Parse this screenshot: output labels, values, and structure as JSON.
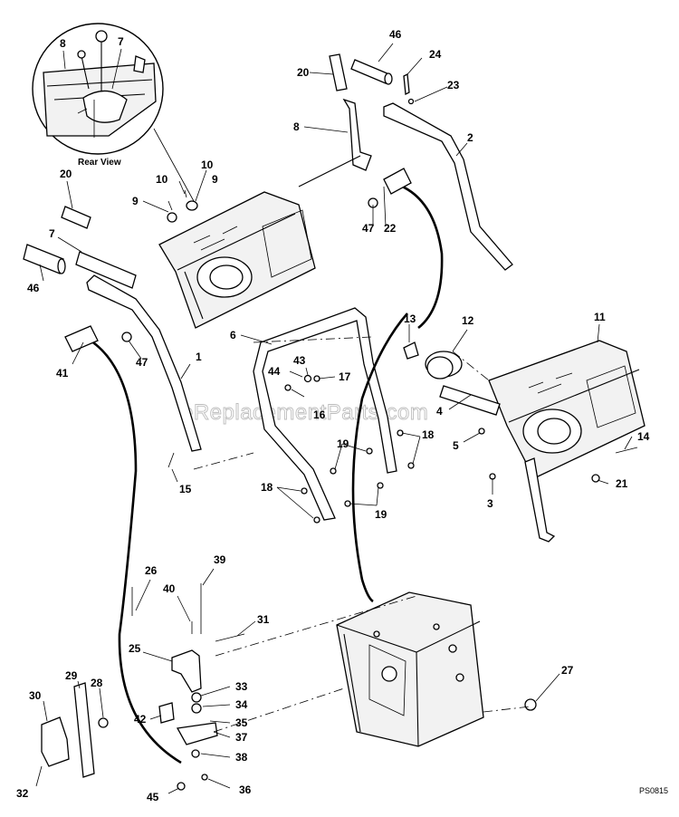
{
  "inset_caption": "Rear View",
  "watermark": "eReplacementParts.com",
  "figure_code": "PS0815",
  "callouts": {
    "c1": "1",
    "c2": "2",
    "c3": "3",
    "c4": "4",
    "c5": "5",
    "c6": "6",
    "c7_inset": "7",
    "c7": "7",
    "c8_inset": "8",
    "c8": "8",
    "c9a": "9",
    "c9b": "9",
    "c10a": "10",
    "c10b": "10",
    "c11": "11",
    "c12": "12",
    "c13": "13",
    "c14": "14",
    "c15": "15",
    "c16": "16",
    "c17": "17",
    "c18a": "18",
    "c18b": "18",
    "c19a": "19",
    "c19b": "19",
    "c20a": "20",
    "c20b": "20",
    "c21": "21",
    "c22": "22",
    "c23": "23",
    "c24": "24",
    "c25": "25",
    "c26": "26",
    "c27": "27",
    "c28": "28",
    "c29": "29",
    "c30": "30",
    "c31": "31",
    "c32": "32",
    "c33": "33",
    "c34": "34",
    "c35": "35",
    "c36": "36",
    "c37": "37",
    "c38": "38",
    "c39": "39",
    "c40": "40",
    "c41": "41",
    "c42": "42",
    "c43": "43",
    "c44": "44",
    "c45": "45",
    "c46a": "46",
    "c46b": "46",
    "c47a": "47",
    "c47b": "47"
  }
}
